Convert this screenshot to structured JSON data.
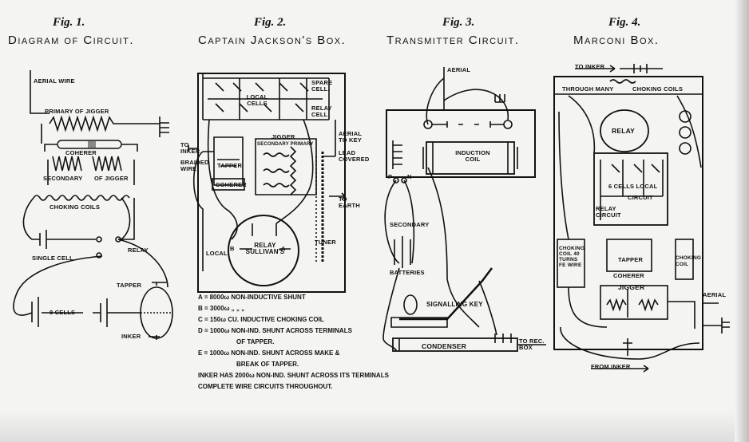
{
  "figures": [
    {
      "fig": "Fig. 1.",
      "title": "Diagram of Circuit."
    },
    {
      "fig": "Fig. 2.",
      "title": "Captain Jackson's Box."
    },
    {
      "fig": "Fig. 3.",
      "title": "Transmitter Circuit."
    },
    {
      "fig": "Fig. 4.",
      "title": "Marconi  Box."
    }
  ],
  "fig1": {
    "aerial": "AERIAL WIRE",
    "primary": "PRIMARY OF JIGGER",
    "coherer": "COHERER",
    "secondary": "SECONDARY",
    "of_jigger": "OF JIGGER",
    "choking": "CHOKING COILS",
    "relay": "RELAY",
    "single_cell": "SINGLE CELL",
    "tapper": "TAPPER",
    "cells": "8 CELLS",
    "inker": "INKER"
  },
  "fig2": {
    "local_cells": "LOCAL CELLS",
    "spare": "SPARE CELL.",
    "relay_cell": "RELAY CELL",
    "to_inker": "TO INKER",
    "braided": "BRAIDED WIRE",
    "jigger": "JIGGER",
    "jigger_sub": "SECONDARY PRIMARY",
    "aerial_key": "AERIAL TO KEY",
    "lead_covered": "LEAD COVERED",
    "tapper": "TAPPER",
    "coherer": "COHERER",
    "to_earth": "TO EARTH",
    "relay_sullivans": "RELAY SULLIVAN'S",
    "local": "LOCAL",
    "tuner": "TUNER",
    "a": "A",
    "b": "B"
  },
  "legend": [
    "A = 8000ω NON-INDUCTIVE SHUNT",
    "B = 3000ω   „   „   „",
    "C = 150ω CU. INDUCTIVE CHOKING COIL",
    "D = 1000ω NON-IND. SHUNT ACROSS TERMINALS",
    "OF TAPPER.",
    "E = 1000ω NON-IND. SHUNT ACROSS MAKE &",
    "BREAK OF TAPPER.",
    "INKER HAS 2000ω NON-IND. SHUNT ACROSS ITS TERMINALS",
    "COMPLETE WIRE CIRCUITS THROUGHOUT."
  ],
  "fig3": {
    "aerial": "AERIAL",
    "induction_coil": "INDUCTION COIL",
    "p": "P",
    "n": "N",
    "secondary": "SECONDARY",
    "batteries": "BATTERIES",
    "key": "SIGNALLING KEY",
    "condenser": "CONDENSER",
    "to_rec": "TO REC. BOX"
  },
  "fig4": {
    "to_inker": "TO INKER",
    "through": "THROUGH MANY",
    "choking_coils": "CHOKING COILS",
    "relay": "RELAY",
    "cells_local": "6 CELLS LOCAL",
    "circuit": "CIRCUIT",
    "relay_circuit": "RELAY CIRCUIT",
    "choking_coil": "CHOKING COIL 40 TURNS FE WIRE",
    "choking_coil2": "CHOKING COIL",
    "tapper": "TAPPER",
    "coherer": "COHERER",
    "jigger": "JIGGER",
    "aerial": "AERIAL",
    "from_inker": "FROM INKER"
  }
}
